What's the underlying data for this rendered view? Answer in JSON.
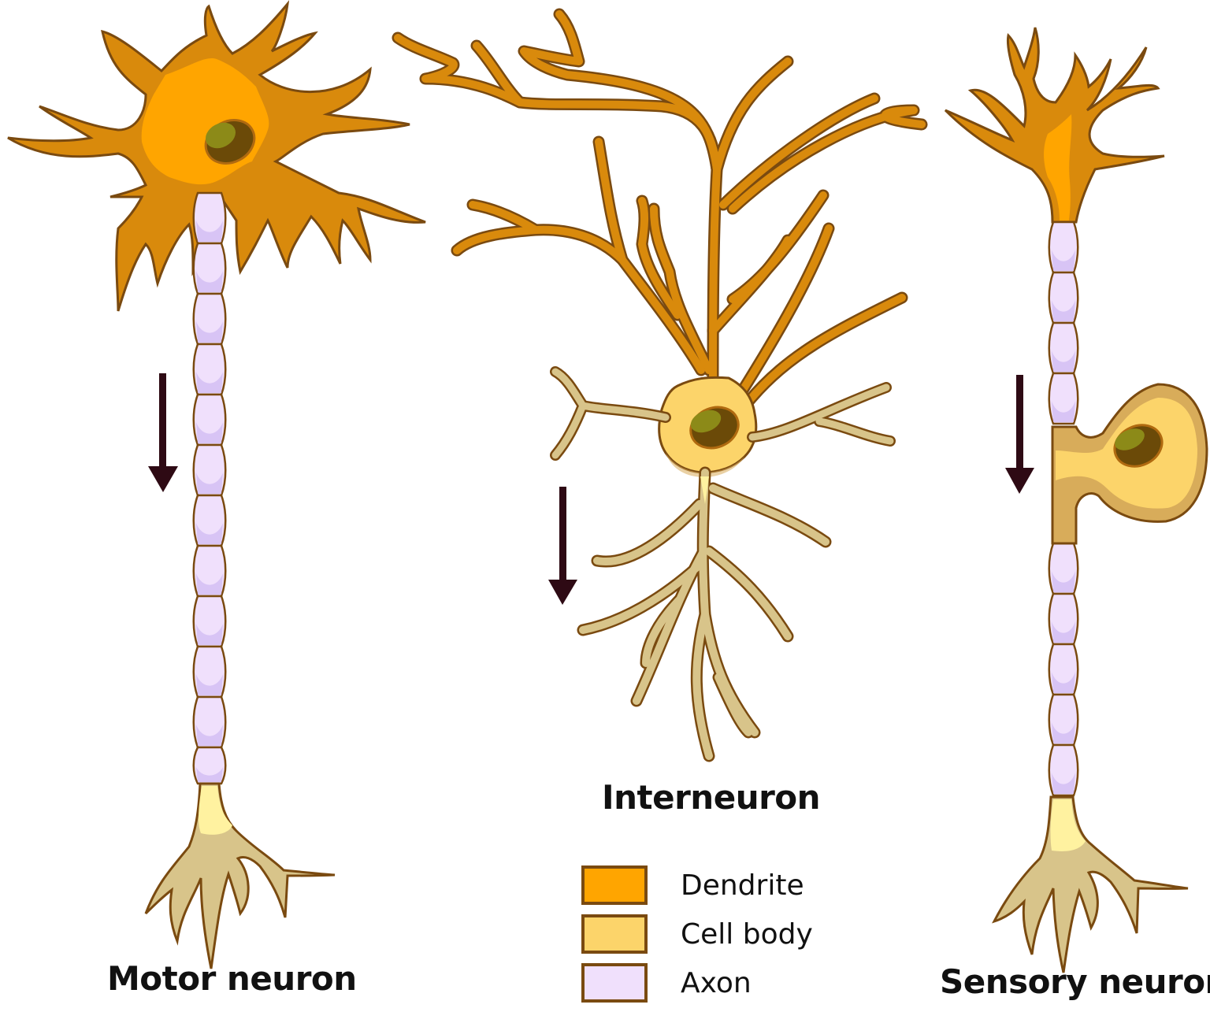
{
  "diagram": {
    "title": "Types of neurons",
    "neurons": [
      {
        "id": "motor",
        "label": "Motor neuron",
        "signal_direction": "down"
      },
      {
        "id": "inter",
        "label": "Interneuron",
        "signal_direction": "down"
      },
      {
        "id": "sensory",
        "label": "Sensory neuron",
        "signal_direction": "down"
      }
    ],
    "legend": [
      {
        "label": "Dendrite",
        "color": "#ffa500"
      },
      {
        "label": "Cell body",
        "color": "#fcd46a"
      },
      {
        "label": "Axon",
        "color": "#f0e0fc"
      }
    ],
    "colors": {
      "dendrite": "#d98a0c",
      "dendrite_light": "#ffa500",
      "cell_body": "#fcd46a",
      "cell_body_dark": "#d8ac5a",
      "axon": "#f0e0fc",
      "axon_shade": "#d2bdf2",
      "terminal": "#d8c48a",
      "terminal_light": "#fff2a0",
      "outline": "#7a4a10",
      "nucleus": "#6b4a08",
      "nucleus_light": "#8c8a18",
      "arrow": "#2e0a14"
    }
  }
}
